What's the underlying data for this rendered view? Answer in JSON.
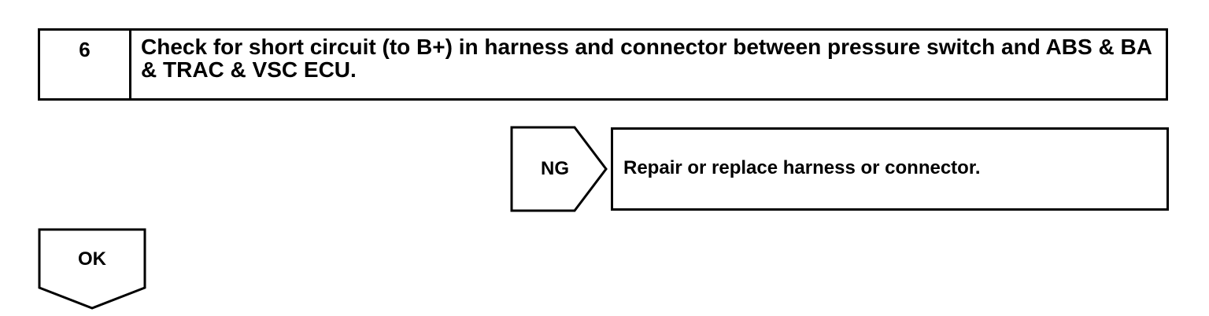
{
  "step": {
    "number": "6",
    "title": "Check for short circuit (to B+) in harness and connector between pressure switch and ABS & BA & TRAC & VSC ECU."
  },
  "ng_branch": {
    "label": "NG",
    "action": "Repair or replace harness or connector."
  },
  "ok_branch": {
    "label": "OK"
  }
}
